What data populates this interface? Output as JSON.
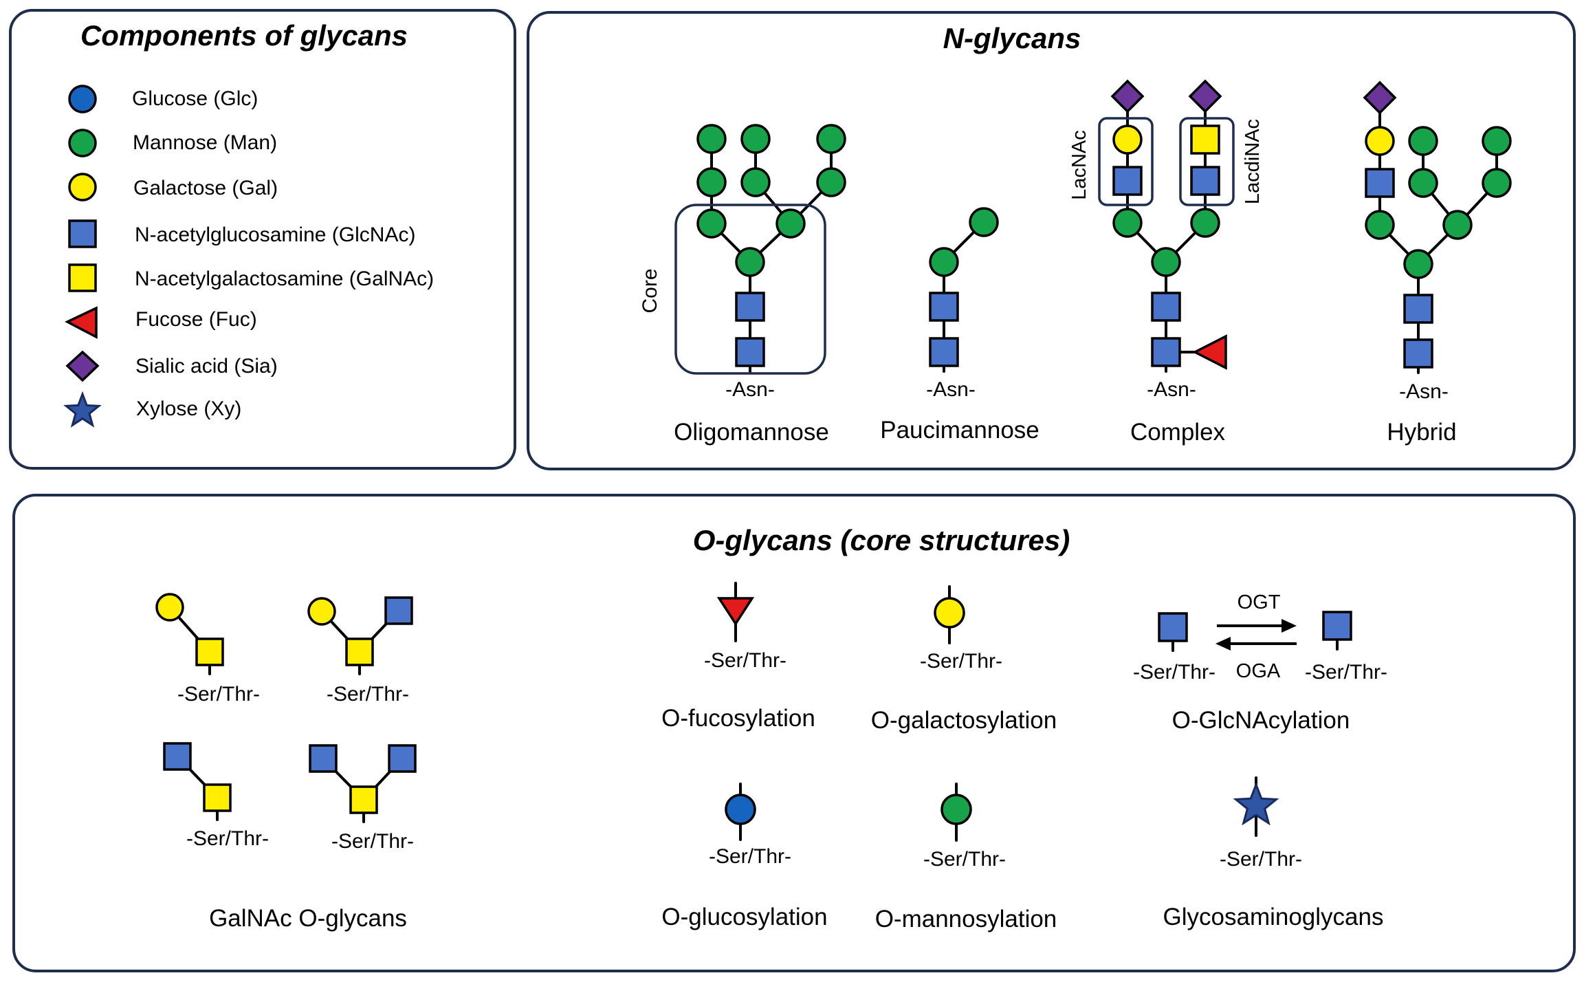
{
  "colors": {
    "glucose": "#1565c0",
    "mannose": "#17a34a",
    "galactose": "#ffee00",
    "glcnac": "#4a74c9",
    "galnac": "#ffee00",
    "fucose": "#e31b1b",
    "sialic_acid": "#6a3499",
    "xylose": "#2f55a4",
    "panel_border": "#1f2d4d"
  },
  "components": {
    "title": "Components of glycans",
    "items": [
      {
        "icon": "glucose-circle-icon",
        "label": "Glucose (Glc)"
      },
      {
        "icon": "mannose-circle-icon",
        "label": "Mannose (Man)"
      },
      {
        "icon": "galactose-circle-icon",
        "label": "Galactose (Gal)"
      },
      {
        "icon": "glcnac-square-icon",
        "label": "N-acetylglucosamine (GlcNAc)"
      },
      {
        "icon": "galnac-square-icon",
        "label": "N-acetylgalactosamine (GalNAc)"
      },
      {
        "icon": "fucose-triangle-icon",
        "label": "Fucose (Fuc)"
      },
      {
        "icon": "sialic-acid-diamond-icon",
        "label": "Sialic acid (Sia)"
      },
      {
        "icon": "xylose-star-icon",
        "label": "Xylose (Xy)"
      }
    ]
  },
  "n_glycans": {
    "title": "N-glycans",
    "core_label": "Core",
    "asn_label": "-Asn-",
    "lacnac_label": "LacNAc",
    "lacdinac_label": "LacdiNAc",
    "types": [
      "Oligomannose",
      "Paucimannose",
      "Complex",
      "Hybrid"
    ]
  },
  "o_glycans": {
    "title": "O-glycans (core structures)",
    "ser_thr_label": "-Ser/Thr-",
    "galnac_caption": "GalNAc O-glycans",
    "ogt_label": "OGT",
    "oga_label": "OGA",
    "types": [
      "O-fucosylation",
      "O-galactosylation",
      "O-GlcNAcylation",
      "O-glucosylation",
      "O-mannosylation",
      "Glycosaminoglycans"
    ]
  }
}
